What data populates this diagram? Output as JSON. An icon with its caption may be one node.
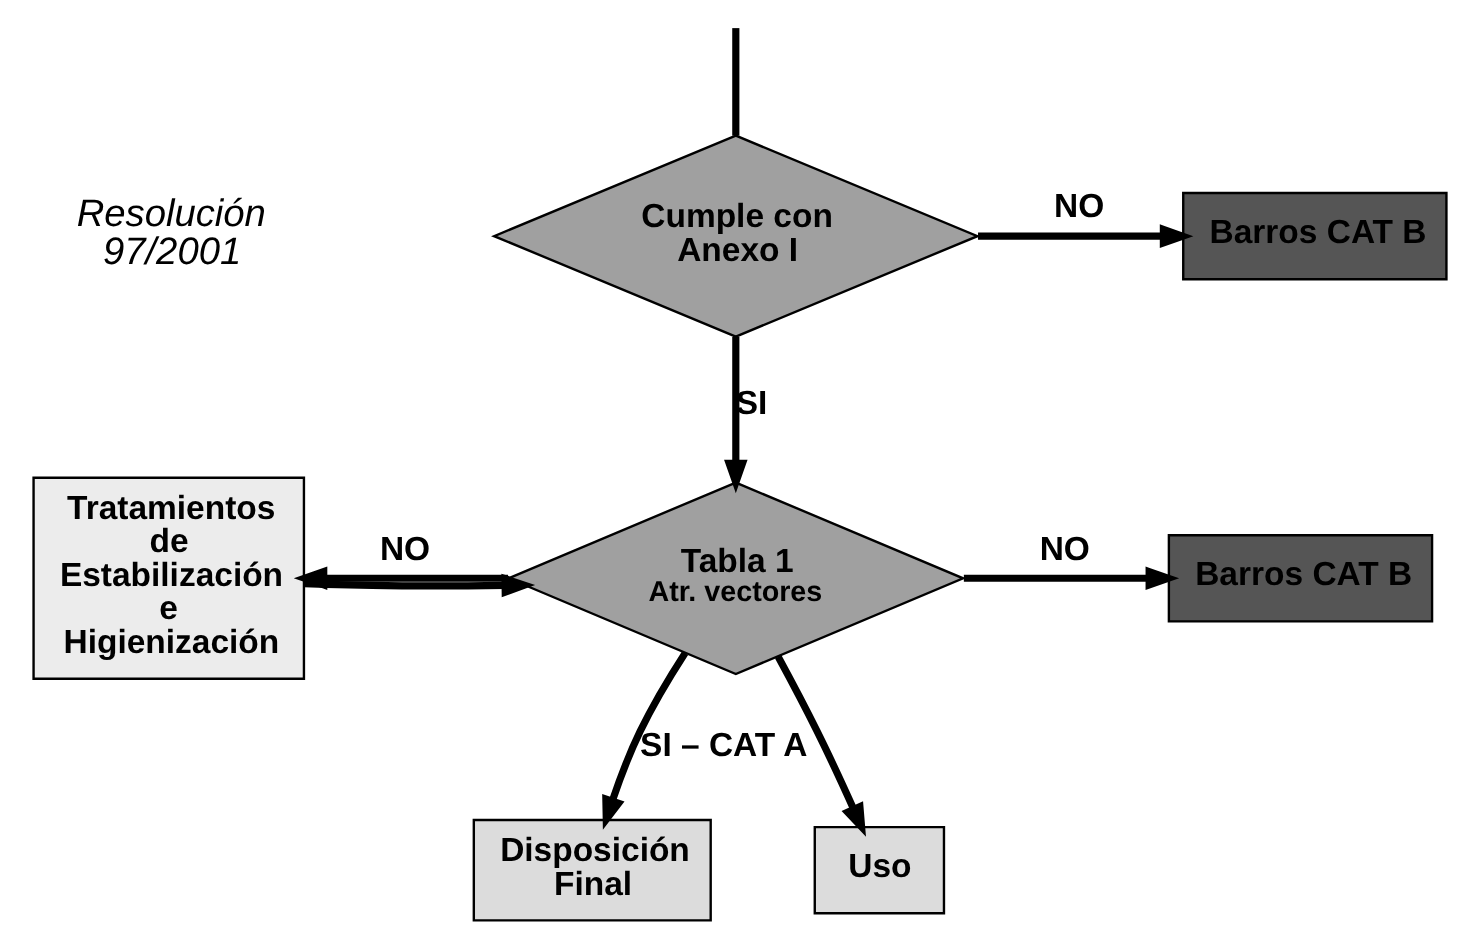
{
  "diagram": {
    "nodes": [
      {
        "text": [
          "Cumple con Anexo I"
        ]
      },
      {
        "text": [
          "Barros CAT B"
        ]
      },
      {
        "text": [
          "Tabla 1",
          "Atr. vectores"
        ]
      },
      {
        "text": [
          "Barros CAT B"
        ]
      },
      {
        "text": [
          "Tratamientos de Estabilización e Higienización"
        ]
      },
      {
        "text": [
          "Disposición Final"
        ]
      },
      {
        "text": [
          "Uso"
        ]
      }
    ],
    "edges": [
      {
        "from": null,
        "to": 0,
        "arrow": "none"
      },
      {
        "from": 0,
        "to": 1,
        "arrow": "to",
        "label": "NO"
      },
      {
        "from": 0,
        "to": 2,
        "arrow": "to",
        "label": "SI"
      },
      {
        "from": 2,
        "to": 3,
        "arrow": "to",
        "label": "NO"
      },
      {
        "from": 2,
        "to": 4,
        "arrow": "to",
        "label": "NO"
      },
      {
        "from": 4,
        "to": 2,
        "arrow": "to"
      },
      {
        "from": 2,
        "to": 5,
        "arrow": "to",
        "label": "SI – CAT A"
      },
      {
        "from": 2,
        "to": 6,
        "arrow": "to"
      }
    ],
    "labels": [
      "Resolución 97/2001"
    ]
  }
}
